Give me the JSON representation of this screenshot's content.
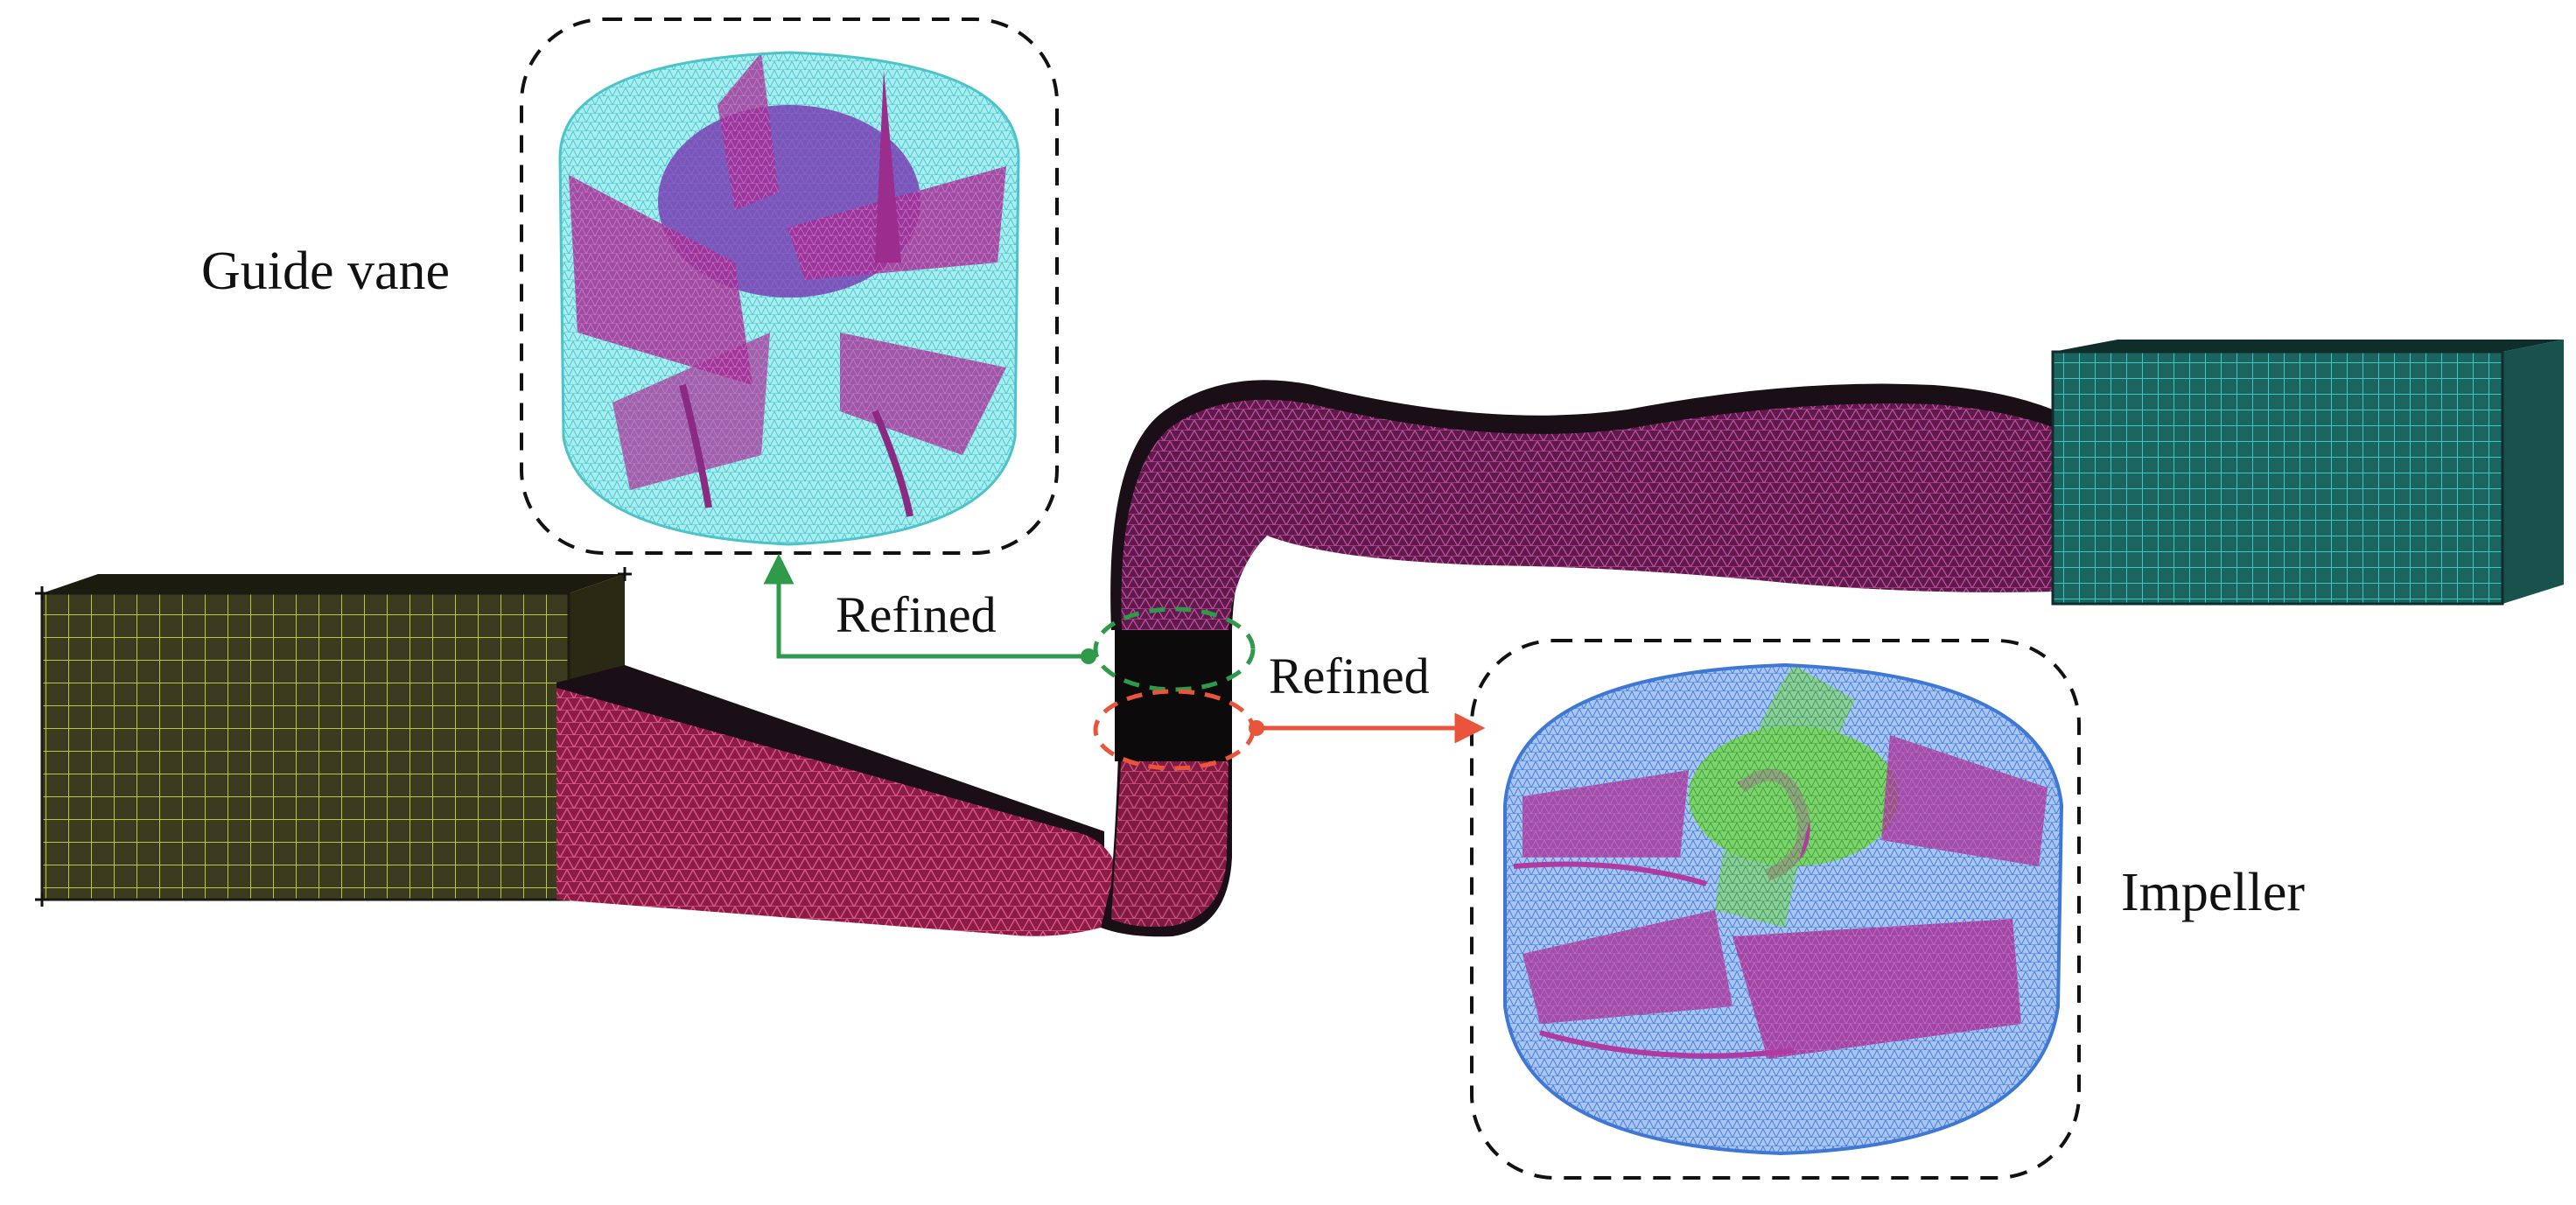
{
  "labels": {
    "guide_vane": "Guide vane",
    "impeller": "Impeller",
    "refined_top": "Refined",
    "refined_bottom": "Refined"
  },
  "colors": {
    "inlet_box": "#3b3c1f",
    "inlet_mesh": "#b8c83a",
    "pink_mesh": "#d2497a",
    "magenta_mesh": "#b03d8e",
    "cyan_mesh": "#2fb7b0",
    "dark_fill": "#1a0f16",
    "guide_vane_accent": "#2e9a4a",
    "impeller_accent": "#e8553a",
    "dashed_frame": "#111111",
    "guide_vane_body": "#8fe7ea",
    "guide_vane_blade": "#b23a9e",
    "impeller_body": "#8fb6ee",
    "impeller_hub": "#88e07a",
    "impeller_blade": "#b13aa1"
  },
  "components": {
    "inlet_box": "inlet-box-mesh",
    "inlet_pipe": "inlet-pipe-mesh",
    "outlet_pipe": "outlet-pipe-mesh",
    "outlet_box": "outlet-box-mesh",
    "guide_vane_mesh": "guide-vane-mesh",
    "impeller_mesh": "impeller-mesh"
  }
}
